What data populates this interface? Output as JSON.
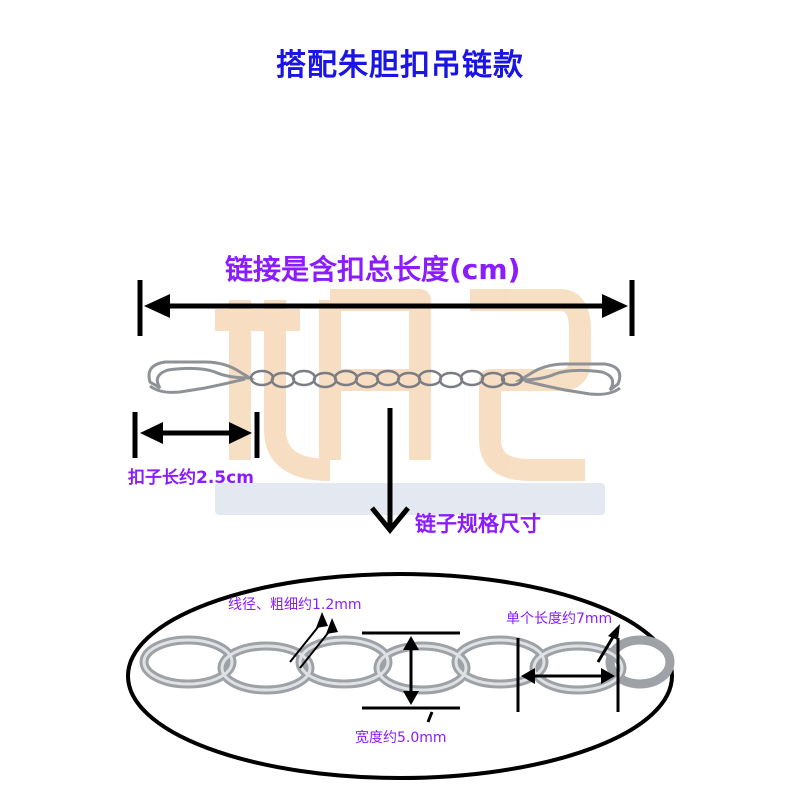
{
  "title": "搭配朱胆扣吊链款",
  "labels": {
    "total_length": "链接是含扣总长度(cm)",
    "clasp_length": "扣子长约2.5cm",
    "chain_spec": "链子规格尺寸",
    "wire_diameter": "线径、粗细约1.2mm",
    "link_length": "单个长度约7mm",
    "link_width": "宽度约5.0mm"
  },
  "colors": {
    "title": "#1a14e6",
    "label": "#8a1cff",
    "arrow": "#000000",
    "watermark": "#f6d9b8"
  }
}
